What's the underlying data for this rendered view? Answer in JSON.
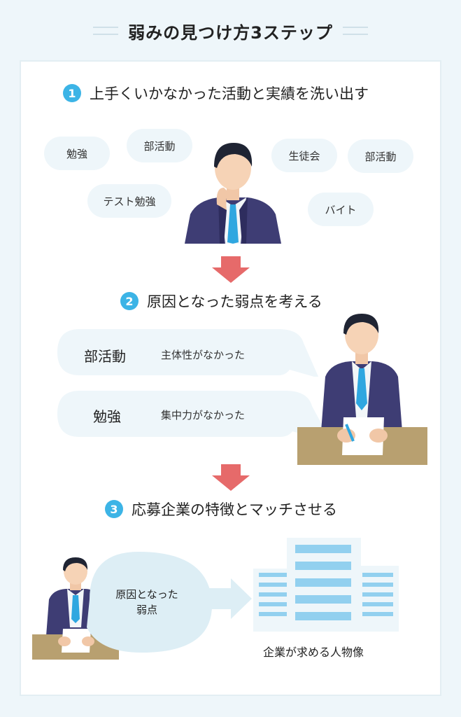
{
  "header": {
    "title": "弱みの見つけ方3ステップ"
  },
  "step1": {
    "number": "1",
    "title": "上手くいかなかった活動と実績を洗い出す",
    "bubbles": [
      "勉強",
      "部活動",
      "テスト勉強",
      "生徒会",
      "部活動",
      "バイト"
    ]
  },
  "step2": {
    "number": "2",
    "title": "原因となった弱点を考える",
    "rows": [
      {
        "activity": "部活動",
        "reason": "主体性がなかった"
      },
      {
        "activity": "勉強",
        "reason": "集中力がなかった"
      }
    ]
  },
  "step3": {
    "number": "3",
    "title": "応募企業の特徴とマッチさせる",
    "cause_line1": "原因となった",
    "cause_line2": "弱点",
    "target_label": "企業が求める人物像"
  },
  "colors": {
    "accent": "#3cb4e6",
    "arrow": "#e66a6a",
    "suit": "#3e3d74",
    "tie": "#2fa7e0",
    "desk": "#b8a070",
    "bubble": "#eef6fa",
    "building_bar": "#92d0ef",
    "building_bg": "#eef6fa"
  }
}
